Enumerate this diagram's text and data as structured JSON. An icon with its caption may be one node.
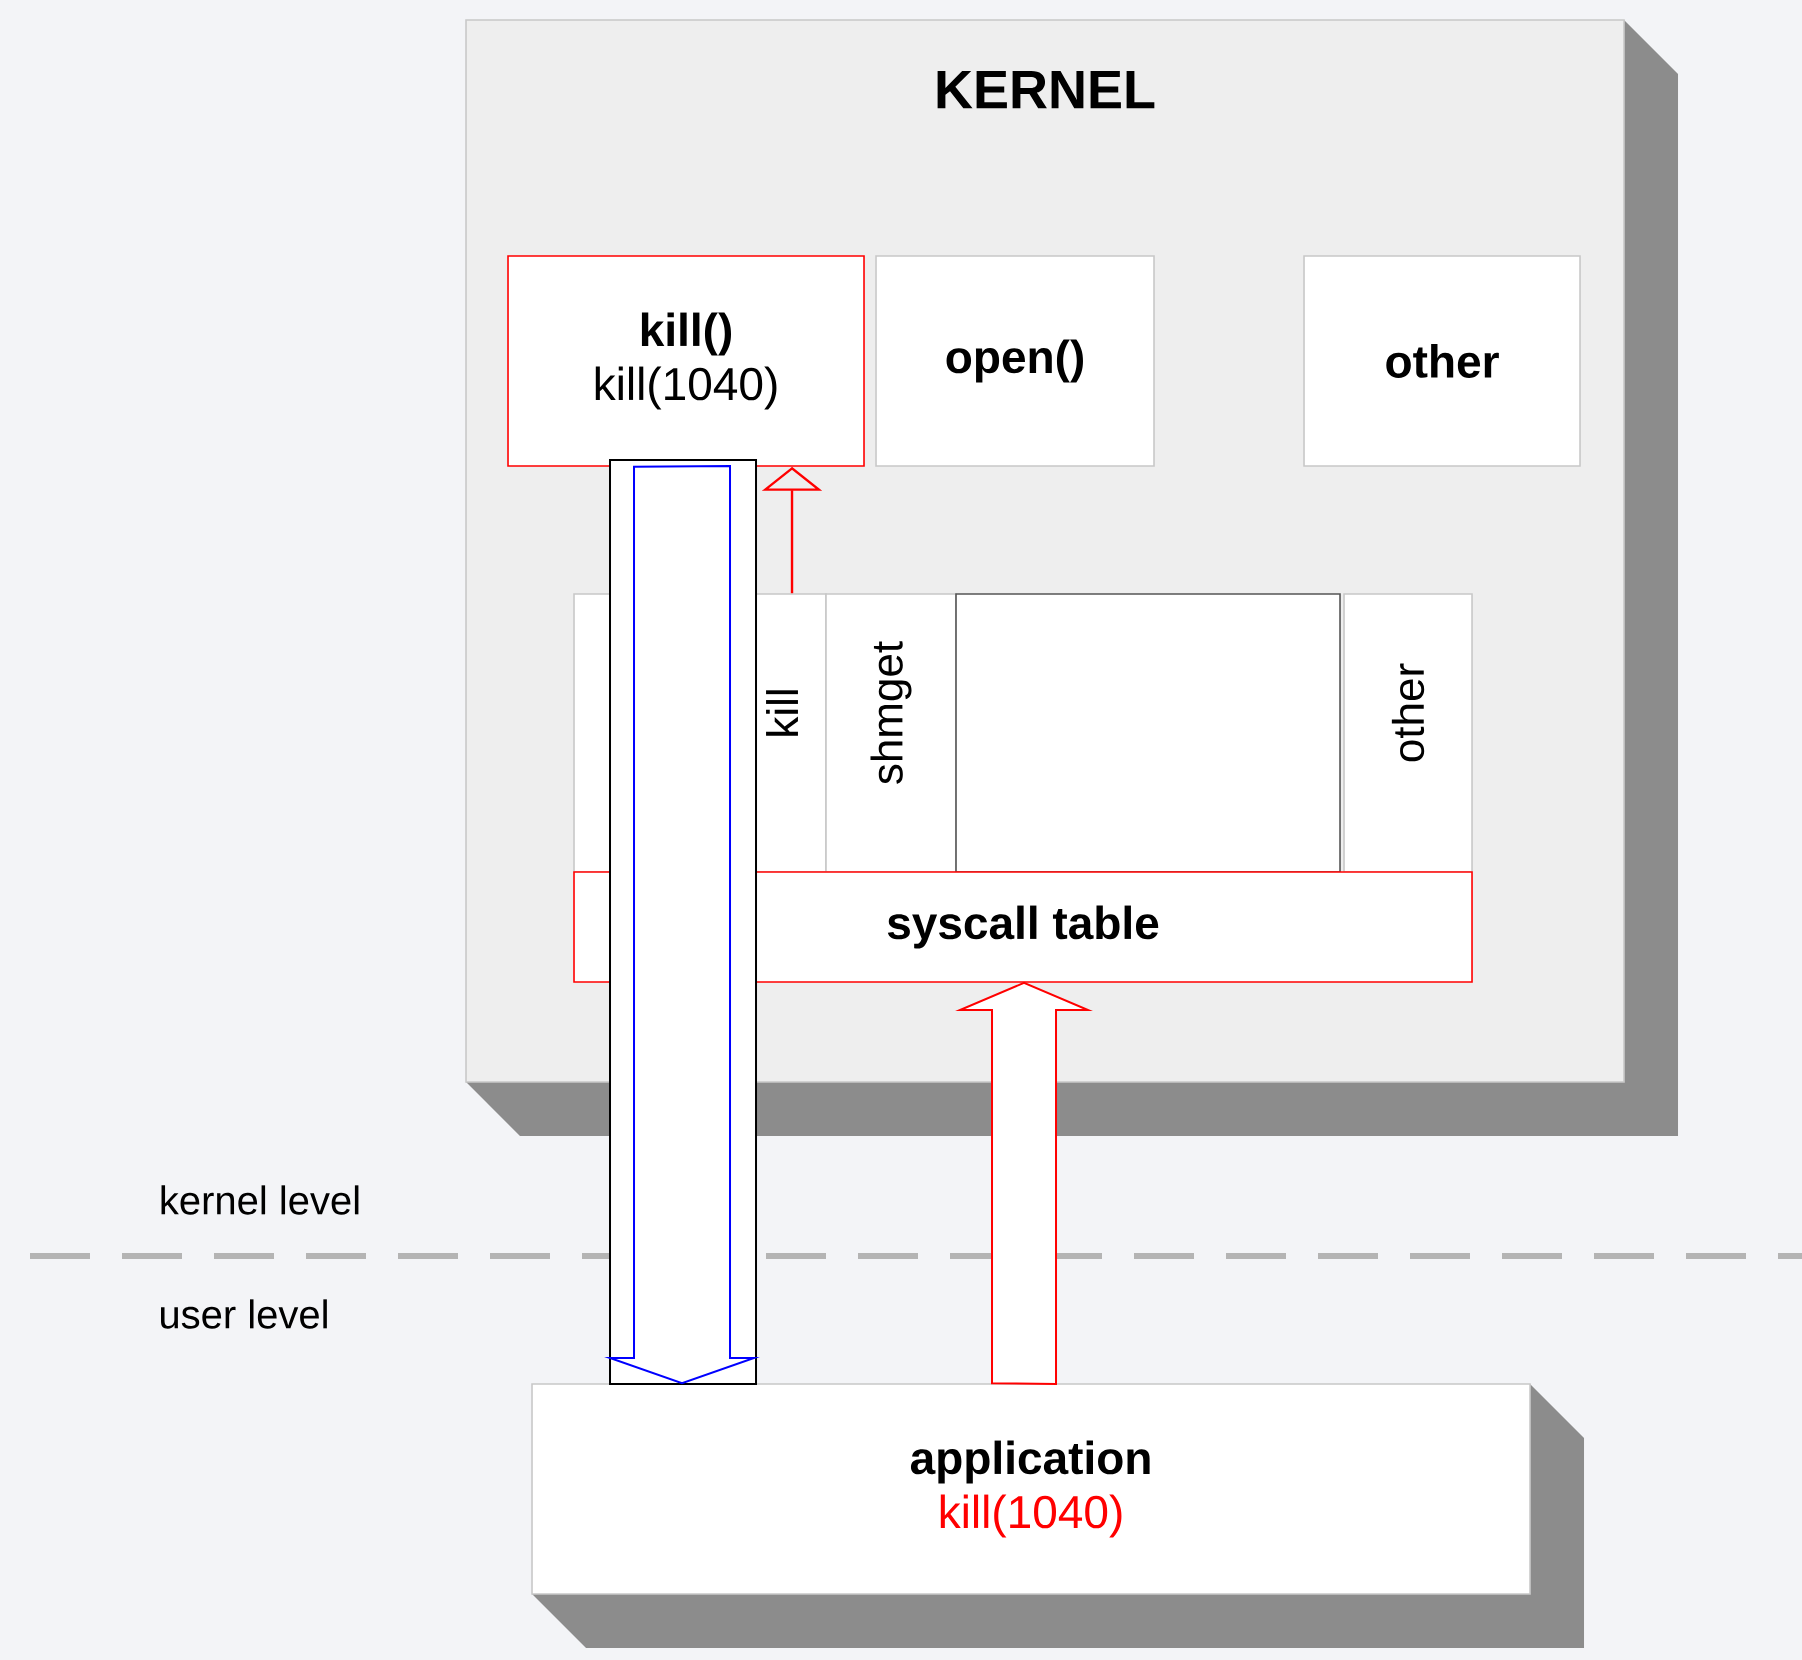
{
  "diagram": {
    "nodes": [
      {
        "text": [
          "KERNEL"
        ]
      },
      {
        "text": [
          "kill()",
          "kill(1040)"
        ],
        "in": 0
      },
      {
        "text": [
          "open()"
        ],
        "in": 0
      },
      {
        "text": [
          "other"
        ],
        "in": 0
      },
      {
        "text": [
          "kill"
        ],
        "in": 0
      },
      {
        "text": [
          "shmget"
        ],
        "in": 0
      },
      {
        "text": [],
        "shape": "box",
        "in": 0
      },
      {
        "text": [
          "other"
        ],
        "in": 0
      },
      {
        "text": [
          "syscall table"
        ],
        "in": 0
      },
      {
        "text": [
          "application",
          "kill(1040)"
        ]
      }
    ],
    "edges": [
      {
        "from": 9,
        "to": 8,
        "arrow": "to"
      },
      {
        "from": 4,
        "to": 1,
        "arrow": "to"
      },
      {
        "from": 1,
        "to": 9,
        "arrow": "to",
        "color": "#0000ff"
      }
    ],
    "labels": [
      "kernel level",
      "user level"
    ]
  }
}
